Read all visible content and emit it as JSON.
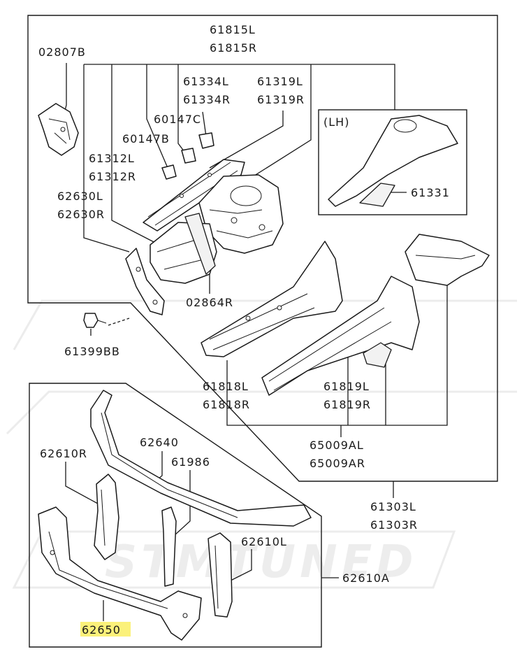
{
  "labels": {
    "p61815L": "61815L",
    "p61815R": "61815R",
    "p02807B": "02807B",
    "p61334L": "61334L",
    "p61334R": "61334R",
    "p61319L": "61319L",
    "p61319R": "61319R",
    "p60147C": "60147C",
    "p60147B": "60147B",
    "p61312L": "61312L",
    "p61312R": "61312R",
    "p62630L": "62630L",
    "p62630R": "62630R",
    "p02864R": "02864R",
    "p61399BB": "61399BB",
    "p61331": "61331",
    "p61818L": "61818L",
    "p61818R": "61818R",
    "p61819L": "61819L",
    "p61819R": "61819R",
    "p65009AL": "65009AL",
    "p65009AR": "65009AR",
    "p61303L": "61303L",
    "p61303R": "61303R",
    "p62640": "62640",
    "p62610R": "62610R",
    "p61986": "61986",
    "p62610L": "62610L",
    "p62610A": "62610A",
    "p62650": "62650"
  },
  "inset_label": "(LH)",
  "watermark_text": "STMTUNED",
  "colors": {
    "line": "#1a1a1a",
    "highlight": "#fbf17a",
    "watermark": "#ececec"
  }
}
